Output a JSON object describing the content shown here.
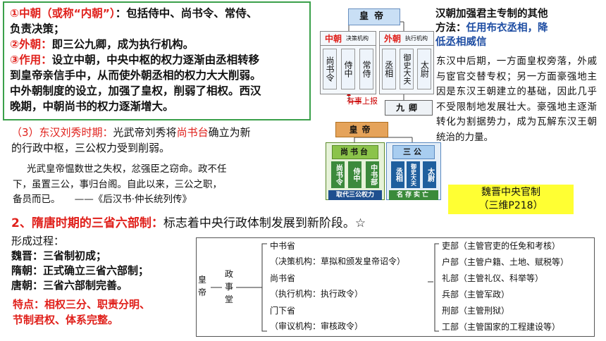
{
  "green_box": {
    "line1_pre": "①中朝（或称“内朝”）",
    "line1_post": "：包括侍中、尚书令、常侍、",
    "line2": "负责决策；",
    "line3_pre": "②外朝：",
    "line3_post": "即三公九卿，成为执行机构。",
    "line4_pre": "③作用：",
    "line4_post": "设立中朝，中央中枢的权力逐渐由丞相转移",
    "line5": "到皇帝亲信手中，从而使外朝丞相的权力大大削弱。",
    "line6": "中外朝制度的设立，加强了皇权，削弱了相权。西汉",
    "line7": "晚期，中朝尚书的权力逐渐增大。"
  },
  "diagram1": {
    "emperor": "皇帝",
    "zhongchao": "中朝",
    "zhongchao_sub": "决策机构",
    "waichao": "外朝",
    "waichao_sub": "执行机构",
    "zhong_cells": [
      "尚书令",
      "侍中",
      "常侍"
    ],
    "wai_cells": [
      "丞相",
      "御史大夫",
      "太尉"
    ],
    "report": "有事上报",
    "jiuqing": "九卿"
  },
  "diagram2": {
    "emperor": "皇帝",
    "shangshutai": "尚书台",
    "sangong": "三公",
    "green_cells": [
      "尚书令",
      "侍中",
      "中书部"
    ],
    "blue_cells": [
      "丞相",
      "御史大夫",
      "太尉"
    ],
    "left_caption": "取代三公权力",
    "right_caption": "名存实亡"
  },
  "right": {
    "title_line1": "汉朝加强君主专制的其他",
    "title_line2_pre": "方法：",
    "title_line2_post": "任用布衣丞相，降",
    "title_line3": "低丞相威信",
    "body": "东汉中后期，一方面皇权旁落，外戚与宦官交替专权；另一方面豪强地主因是东汉王朝建立的基础，因此几乎不受限制地发展壮大。豪强地主逐渐转化为割据势力，成为瓦解东汉王朝统治的力量。",
    "yellow_line1": "魏晋中央官制",
    "yellow_line2": "（三维P218）"
  },
  "section3": {
    "label": "（3）东汉刘秀时期：",
    "text_pre": "光武帝刘秀将",
    "highlight": "尚书台",
    "text_post": "确立为新",
    "line2": "的行政中枢，三公权力受到削弱。"
  },
  "quote": {
    "line1": "光武皇帝愠数世之失权，忿强臣之窃命。政不任",
    "line2": "下，虽置三公，事归台阁。自此以来，三公之职，",
    "line3": "备员而已。　　——《后汉书·仲长统列传》"
  },
  "heading2": {
    "label": "2、隋唐时期的三省六部制：",
    "text": "标志着中央行政体制发展到新阶段。☆"
  },
  "formation": {
    "title": "形成过程：",
    "rows": [
      {
        "label": "魏晋：",
        "text": "三省制初成；"
      },
      {
        "label": "隋朝：",
        "text": "正式确立三省六部制；"
      },
      {
        "label": "唐朝：",
        "text": "三省六部制完善。"
      }
    ]
  },
  "features": {
    "line1": "特点：相权三分、职责分明、",
    "line2": "节制君权、体系完整。"
  },
  "bottom_diagram": {
    "emperor": "皇帝",
    "zhengshitang": "政事堂",
    "sheng": [
      {
        "name": "中书省",
        "desc": "（决策机构：草拟和颁发皇帝诏令）"
      },
      {
        "name": "尚书省",
        "desc": "（执行机构：执行政令）"
      },
      {
        "name": "门下省",
        "desc": "（审议机构：审核政令）"
      }
    ],
    "bu": [
      "吏部（主管官吏的任免和考核）",
      "户部（主管户籍、土地、赋税等）",
      "礼部（主管礼仪、科举等）",
      "兵部（主管军政）",
      "刑部（主管刑狱）",
      "工部（主管国家的工程建设等）"
    ]
  },
  "colors": {
    "green_border": "#3aa04a",
    "red": "#e0201b",
    "blue": "#1f4ea3",
    "yellow": "#ffff33"
  }
}
